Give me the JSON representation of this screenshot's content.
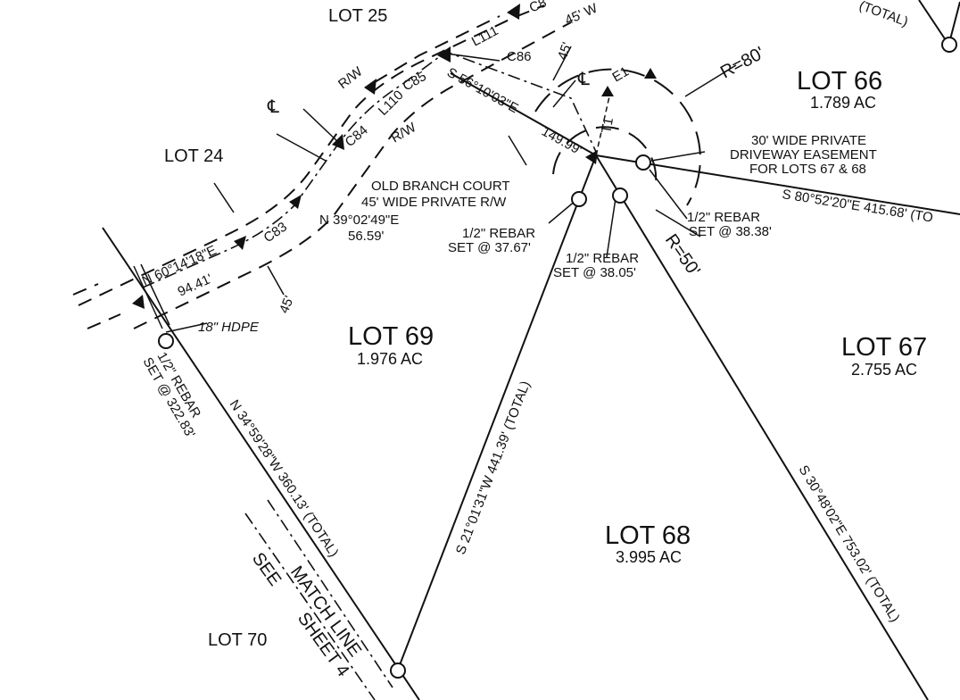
{
  "lots": {
    "lot25": "LOT 25",
    "lot24": "LOT 24",
    "lot66": {
      "name": "LOT 66",
      "area": "1.789 AC"
    },
    "lot69": {
      "name": "LOT 69",
      "area": "1.976 AC"
    },
    "lot67": {
      "name": "LOT 67",
      "area": "2.755 AC"
    },
    "lot68": {
      "name": "LOT 68",
      "area": "3.995 AC"
    },
    "lot70": "LOT 70"
  },
  "courses": {
    "s56": "S 56°10'03\"E",
    "s56_dist": "149.99'",
    "n39": "N 39°02'49\"E",
    "n39_dist": "56.59'",
    "n60": "N 60°14'18\"E",
    "n60_dist": "94.41'",
    "s80": "S 80°52'20\"E 415.68' (TO",
    "s21": "S 21°01'31\"W 441.39' (TOTAL)",
    "s30": "S 30°48'02\"E 753.02' (TOTAL)",
    "n34": "N 34°59'28\"W 360.13' (TOTAL)",
    "total_top": "(TOTAL)"
  },
  "curves": {
    "c85": "C85",
    "c84": "C84",
    "c83": "C83",
    "c86": "C86",
    "c87": "C8",
    "l110": "L110",
    "l111": "L111",
    "e1": "E1",
    "t1": "T1"
  },
  "annotations": {
    "rw1": "R/W",
    "rw2": "R/W",
    "cl": "℄",
    "w45_a": "45'",
    "w45_b": "45'",
    "w45_c": "45' W",
    "r80": "R=80'",
    "r50": "R=50'",
    "road1": "OLD BRANCH COURT",
    "road2": "45' WIDE PRIVATE R/W",
    "ease1": "30' WIDE PRIVATE",
    "ease2": "DRIVEWAY EASEMENT",
    "ease3": "FOR LOTS 67 & 68",
    "pipe": "18\" HDPE"
  },
  "rebars": {
    "r1a": "1/2\" REBAR",
    "r1b": "SET @ 37.67'",
    "r2a": "1/2\" REBAR",
    "r2b": "SET @ 38.05'",
    "r3a": "1/2\" REBAR",
    "r3b": "SET @ 38.38'",
    "r4a": "1/2\" REBAR",
    "r4b": "SET @ 322.83'"
  },
  "match": {
    "line": "MATCH LINE",
    "see": "SEE",
    "sheet": "SHEET 4"
  }
}
